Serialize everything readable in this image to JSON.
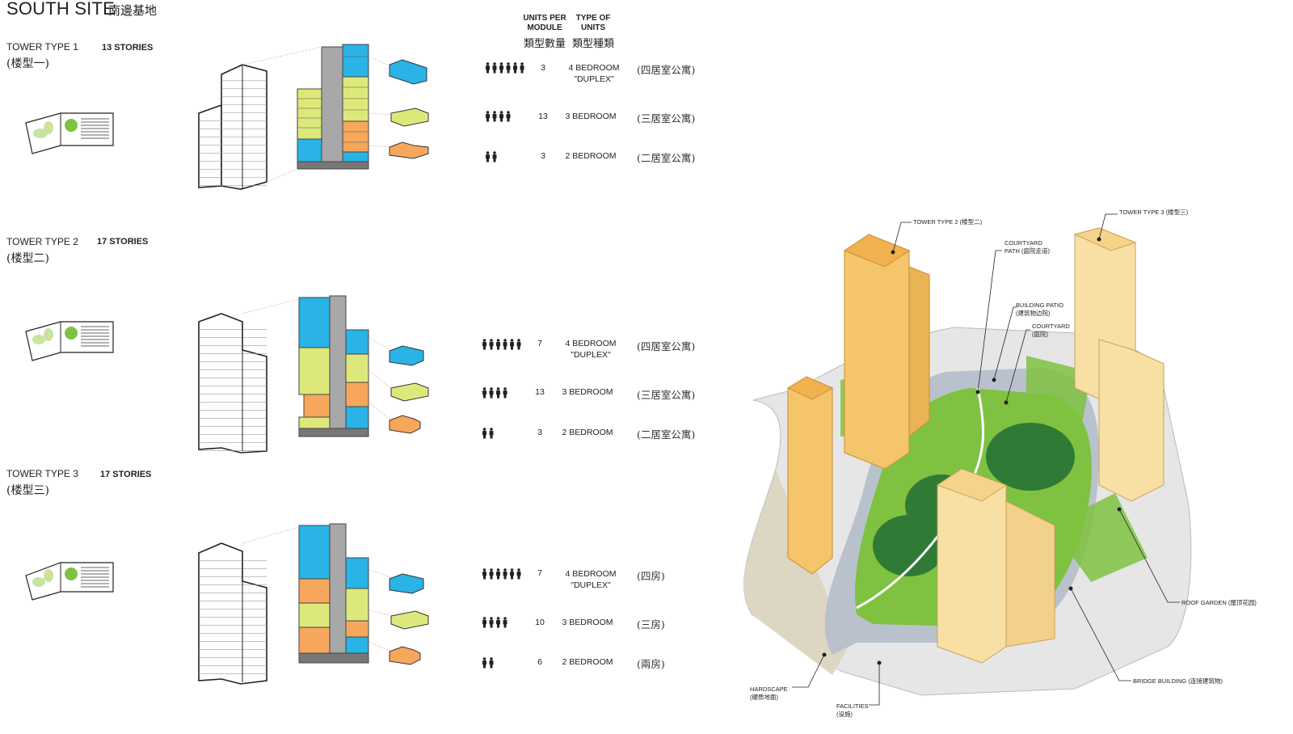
{
  "title": "SOUTH SITE",
  "title_cn": "南邊基地",
  "headers": {
    "units_per_module": "UNITS PER MODULE",
    "units_per_module_cn": "類型數量",
    "type_of_units": "TYPE OF UNITS",
    "type_of_units_cn": "類型種類"
  },
  "towers": [
    {
      "name": "TOWER TYPE 1",
      "name_cn": "(楼型一)",
      "stories": "13 STORIES",
      "units": [
        {
          "count": "3",
          "type": "4 BEDROOM",
          "sub": "\"DUPLEX\"",
          "cn": "(四居室公寓)",
          "people": 6
        },
        {
          "count": "13",
          "type": "3 BEDROOM",
          "sub": "",
          "cn": "(三居室公寓)",
          "people": 4
        },
        {
          "count": "3",
          "type": "2 BEDROOM",
          "sub": "",
          "cn": "(二居室公寓)",
          "people": 2
        }
      ]
    },
    {
      "name": "TOWER TYPE 2",
      "name_cn": "(楼型二)",
      "stories": "17 STORIES",
      "units": [
        {
          "count": "7",
          "type": "4 BEDROOM",
          "sub": "\"DUPLEX\"",
          "cn": "(四居室公寓)",
          "people": 6
        },
        {
          "count": "13",
          "type": "3 BEDROOM",
          "sub": "",
          "cn": "(三居室公寓)",
          "people": 4
        },
        {
          "count": "3",
          "type": "2 BEDROOM",
          "sub": "",
          "cn": "(二居室公寓)",
          "people": 2
        }
      ]
    },
    {
      "name": "TOWER TYPE 3",
      "name_cn": "(楼型三)",
      "stories": "17 STORIES",
      "units": [
        {
          "count": "7",
          "type": "4 BEDROOM",
          "sub": "\"DUPLEX\"",
          "cn": "(四房)",
          "people": 6
        },
        {
          "count": "10",
          "type": "3 BEDROOM",
          "sub": "",
          "cn": "(三房)",
          "people": 4
        },
        {
          "count": "6",
          "type": "2 BEDROOM",
          "sub": "",
          "cn": "(兩房)",
          "people": 2
        }
      ]
    }
  ],
  "callouts": {
    "tower2": "TOWER TYPE 2 (楼型二)",
    "tower3": "TOWER TYPE 3 (楼型三)",
    "courtyard_path": "COURTYARD",
    "courtyard_path_2": "PATH (庭院走道)",
    "building_patio": "BUILDING PATIO",
    "building_patio_cn": "(建筑物边院)",
    "courtyard": "COURTYARD",
    "courtyard_cn": "(庭院)",
    "roof_garden": "ROOF GARDEN (屋顶花园)",
    "bridge_building": "BRIDGE BUILDING (连接建筑物)",
    "hardscape": "HARDSCAPE",
    "hardscape_cn": "(硬质地面)",
    "facilities": "FACILITIES",
    "facilities_cn": "(设施)"
  },
  "colors": {
    "blue": "#29b3e6",
    "lime": "#dde87a",
    "orange": "#f6a75c",
    "grey": "#a8a8a8",
    "tower": "#f5c56b",
    "lawn": "#7fc241",
    "dark_green": "#2f7a34",
    "road": "#b9c2cc"
  }
}
